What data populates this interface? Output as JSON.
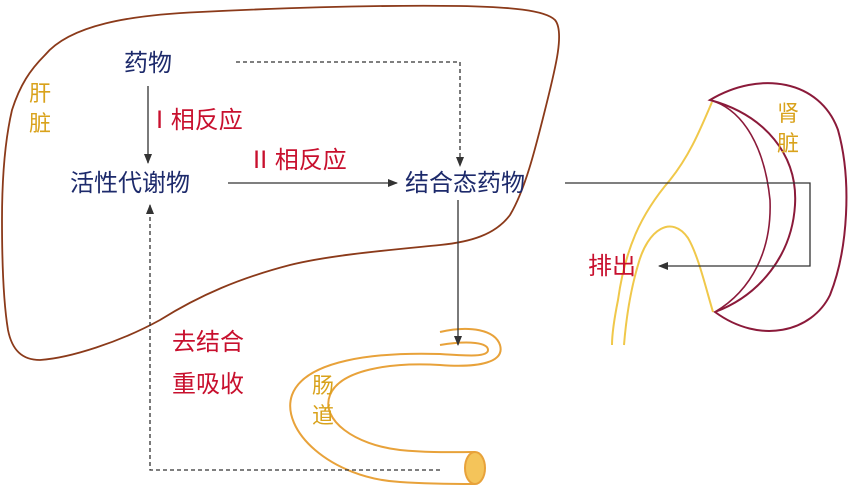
{
  "organs": {
    "liver": "肝脏",
    "kidney": "肾脏",
    "intestine": "肠道"
  },
  "nodes": {
    "drug": "药物",
    "active_metabolite": "活性代谢物",
    "conjugated_drug": "结合态药物",
    "excretion": "排出"
  },
  "reactions": {
    "phase1": "I 相反应",
    "phase2": "II 相反应",
    "deconjugation_line1": "去结合",
    "deconjugation_line2": "重吸收"
  },
  "colors": {
    "liver_outline": "#8b3a1a",
    "kidney_outline": "#8b1a3a",
    "organ_text": "#d9a21b",
    "intestine": "#e8a23a",
    "ureter": "#f0c84a",
    "node_text": "#1d2a6b",
    "reaction_text": "#c8102e",
    "arrow": "#333333"
  }
}
